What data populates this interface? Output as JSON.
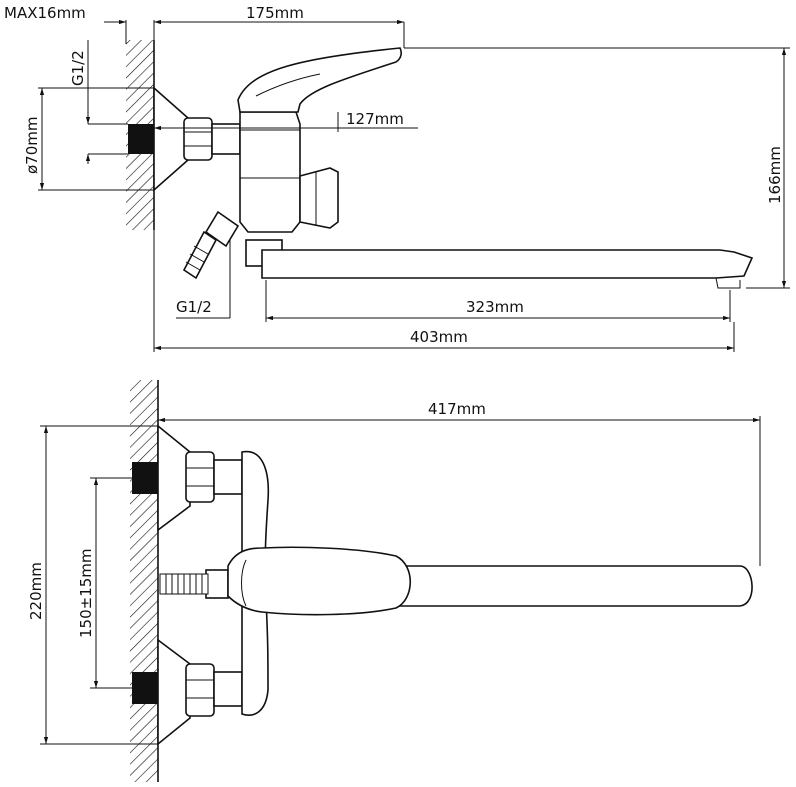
{
  "side_view": {
    "dim_max_wall": "MAX16mm",
    "dim_width_top": "175mm",
    "dim_thread_top": "G1/2",
    "dim_diameter": "ø70mm",
    "dim_depth": "127mm",
    "dim_height": "166mm",
    "dim_thread_bottom": "G1/2",
    "dim_spout_length": "323mm",
    "dim_total_length": "403mm"
  },
  "top_view": {
    "dim_total_length": "417mm",
    "dim_height": "220mm",
    "dim_spacing": "150±15mm"
  }
}
